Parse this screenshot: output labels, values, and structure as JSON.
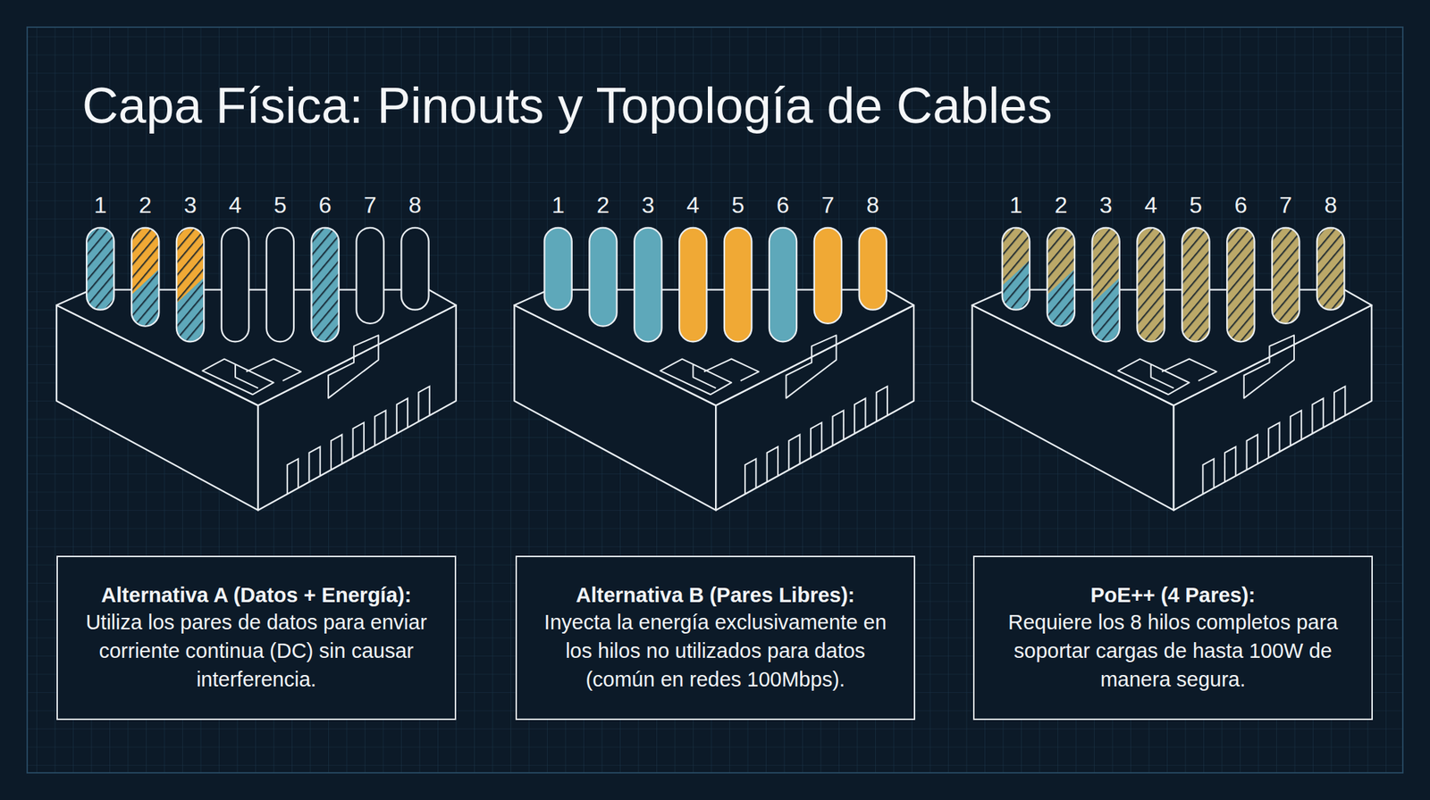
{
  "diagram": {
    "title": "Capa Física: Pinouts y Topología de Cables",
    "nodes": [
      {
        "text": [
          "Alternativa A (Datos + Energía):",
          "Utiliza los pares de datos para enviar corriente continua (DC) sin causar interferencia."
        ]
      },
      {
        "text": [
          "Alternativa B (Pares Libres):",
          "Inyecta la energía exclusivamente en los hilos no utilizados para datos (común en redes 100Mbps)."
        ]
      },
      {
        "text": [
          "PoE++ (4 Pares):",
          "Requiere los 8 hilos completos para soportar cargas de hasta 100W de manera segura."
        ]
      }
    ],
    "labels": [
      "1",
      "2",
      "3",
      "4",
      "5",
      "6",
      "7",
      "8",
      "1",
      "2",
      "3",
      "4",
      "5",
      "6",
      "7",
      "8",
      "1",
      "2",
      "3",
      "4",
      "5",
      "6",
      "7",
      "8"
    ]
  }
}
